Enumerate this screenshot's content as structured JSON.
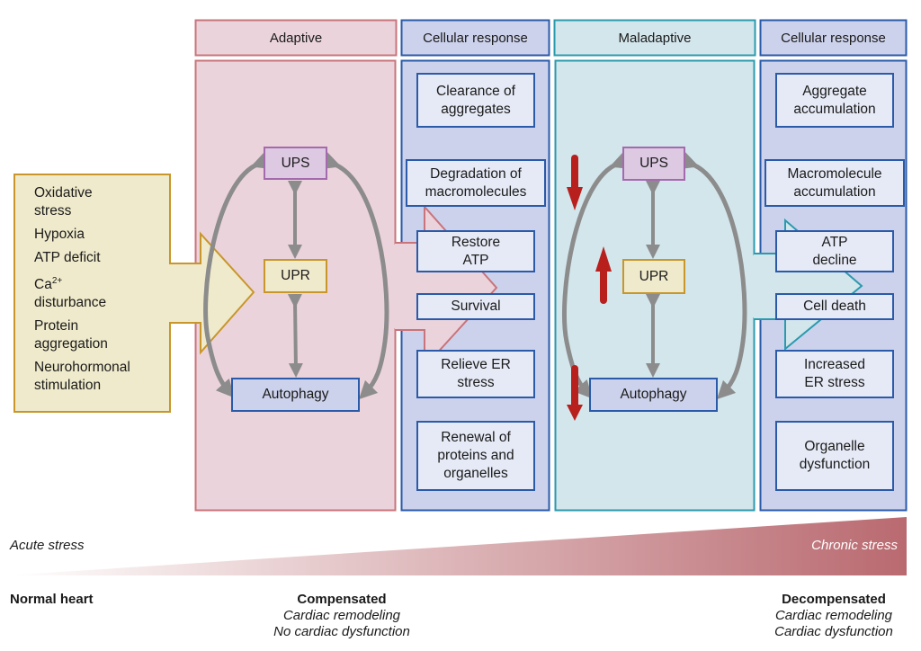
{
  "headers": {
    "adaptive": "Adaptive",
    "cellular_response_left": "Cellular response",
    "maladaptive": "Maladaptive",
    "cellular_response_right": "Cellular response"
  },
  "stressors": [
    "Oxidative stress",
    "Hypoxia",
    "ATP deficit",
    "Ca2+ disturbance",
    "Protein aggregation",
    "Neurohormonal stimulation"
  ],
  "stressor_lines": {
    "s1a": "Oxidative",
    "s1b": "stress",
    "s2": "Hypoxia",
    "s3": "ATP deficit",
    "s4a": "Ca",
    "s4sup": "2+",
    "s4b": "disturbance",
    "s5a": "Protein",
    "s5b": "aggregation",
    "s6a": "Neurohormonal",
    "s6b": "stimulation"
  },
  "adaptive_nodes": {
    "ups": "UPS",
    "upr": "UPR",
    "autophagy": "Autophagy"
  },
  "maladaptive_nodes": {
    "ups": "UPS",
    "upr": "UPR",
    "autophagy": "Autophagy"
  },
  "maladaptive_changes": {
    "ups": "decreased",
    "upr": "increased",
    "autophagy": "decreased"
  },
  "adaptive_responses": {
    "r1a": "Clearance of",
    "r1b": "aggregates",
    "r2a": "Degradation of",
    "r2b": "macromolecules",
    "r3a": "Restore",
    "r3b": "ATP",
    "r4": "Survival",
    "r5a": "Relieve ER",
    "r5b": "stress",
    "r6a": "Renewal of",
    "r6b": "proteins and",
    "r6c": "organelles"
  },
  "maladaptive_responses": {
    "r1a": "Aggregate",
    "r1b": "accumulation",
    "r2a": "Macromolecule",
    "r2b": "accumulation",
    "r3a": "ATP",
    "r3b": "decline",
    "r4": "Cell death",
    "r5a": "Increased",
    "r5b": "ER stress",
    "r6a": "Organelle",
    "r6b": "dysfunction"
  },
  "stress_gradient": {
    "left": "Acute stress",
    "right": "Chronic stress"
  },
  "stages": {
    "normal": {
      "title": "Normal heart"
    },
    "compensated": {
      "title": "Compensated",
      "line1": "Cardiac remodeling",
      "line2": "No cardiac dysfunction"
    },
    "decompensated": {
      "title": "Decompensated",
      "line1": "Cardiac remodeling",
      "line2": "Cardiac dysfunction"
    }
  },
  "colors": {
    "adaptive_fill": "#ebd3dc",
    "adaptive_border": "#c8747a",
    "cellular_fill": "#cdd2ec",
    "cellular_border": "#2a5aa8",
    "maladaptive_fill": "#d3e6ec",
    "maladaptive_border": "#2b9aad",
    "stressor_fill": "#efeacb",
    "stressor_border": "#c8962a",
    "ups_fill": "#ddc9e2",
    "ups_border": "#a46aae",
    "arrow_gray": "#8c8c8c",
    "change_red": "#b8201e",
    "gradient_end": "#b96a70"
  }
}
